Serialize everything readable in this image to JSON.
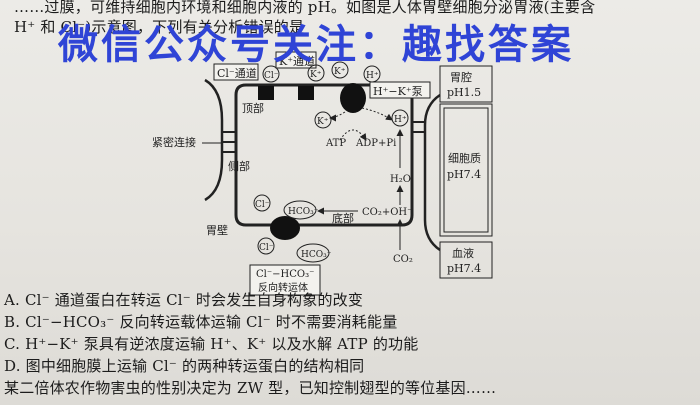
{
  "intro": {
    "line1": "……过膜，可维持细胞内环境和细胞内液的 pH。如图是人体胃壁细胞分泌胃液(主要含",
    "line2": "H⁺ 和 Cl⁻)示意图，下列有关分析错误的是"
  },
  "watermark": "微信公众号关注：趣找答案",
  "diagram": {
    "cl_channel": "Cl⁻通道",
    "k_channel": "K⁺通道",
    "pump": "H⁺−K⁺泵",
    "top_side": "顶部",
    "tight_junction": "紧密连接",
    "lateral_side": "侧部",
    "bottom_side": "底部",
    "stomach_wall": "胃壁",
    "atp": "ATP",
    "adp": "ADP+Pi",
    "h2o": "H₂O",
    "co2_oh": "CO₂+OH⁻",
    "co2": "CO₂",
    "hco3": "HCO₃⁻",
    "cl": "Cl⁻",
    "k": "K⁺",
    "h": "H⁺",
    "antiporter_l1": "Cl⁻−HCO₃⁻",
    "antiporter_l2": "反向转运体",
    "lumen": "胃腔",
    "lumen_ph": "pH1.5",
    "cytoplasm": "细胞质",
    "cytoplasm_ph": "pH7.4",
    "blood": "血液",
    "blood_ph": "pH7.4"
  },
  "options": [
    "A. Cl⁻ 通道蛋白在转运 Cl⁻ 时会发生自身构象的改变",
    "B. Cl⁻−HCO₃⁻ 反向转运载体运输 Cl⁻ 时不需要消耗能量",
    "C. H⁺−K⁺ 泵具有逆浓度运输 H⁺、K⁺ 以及水解 ATP 的功能",
    "D. 图中细胞膜上运输 Cl⁻ 的两种转运蛋白的结构相同"
  ],
  "next_question": "某二倍体农作物害虫的性别决定为 ZW 型，已知控制翅型的等位基因……"
}
